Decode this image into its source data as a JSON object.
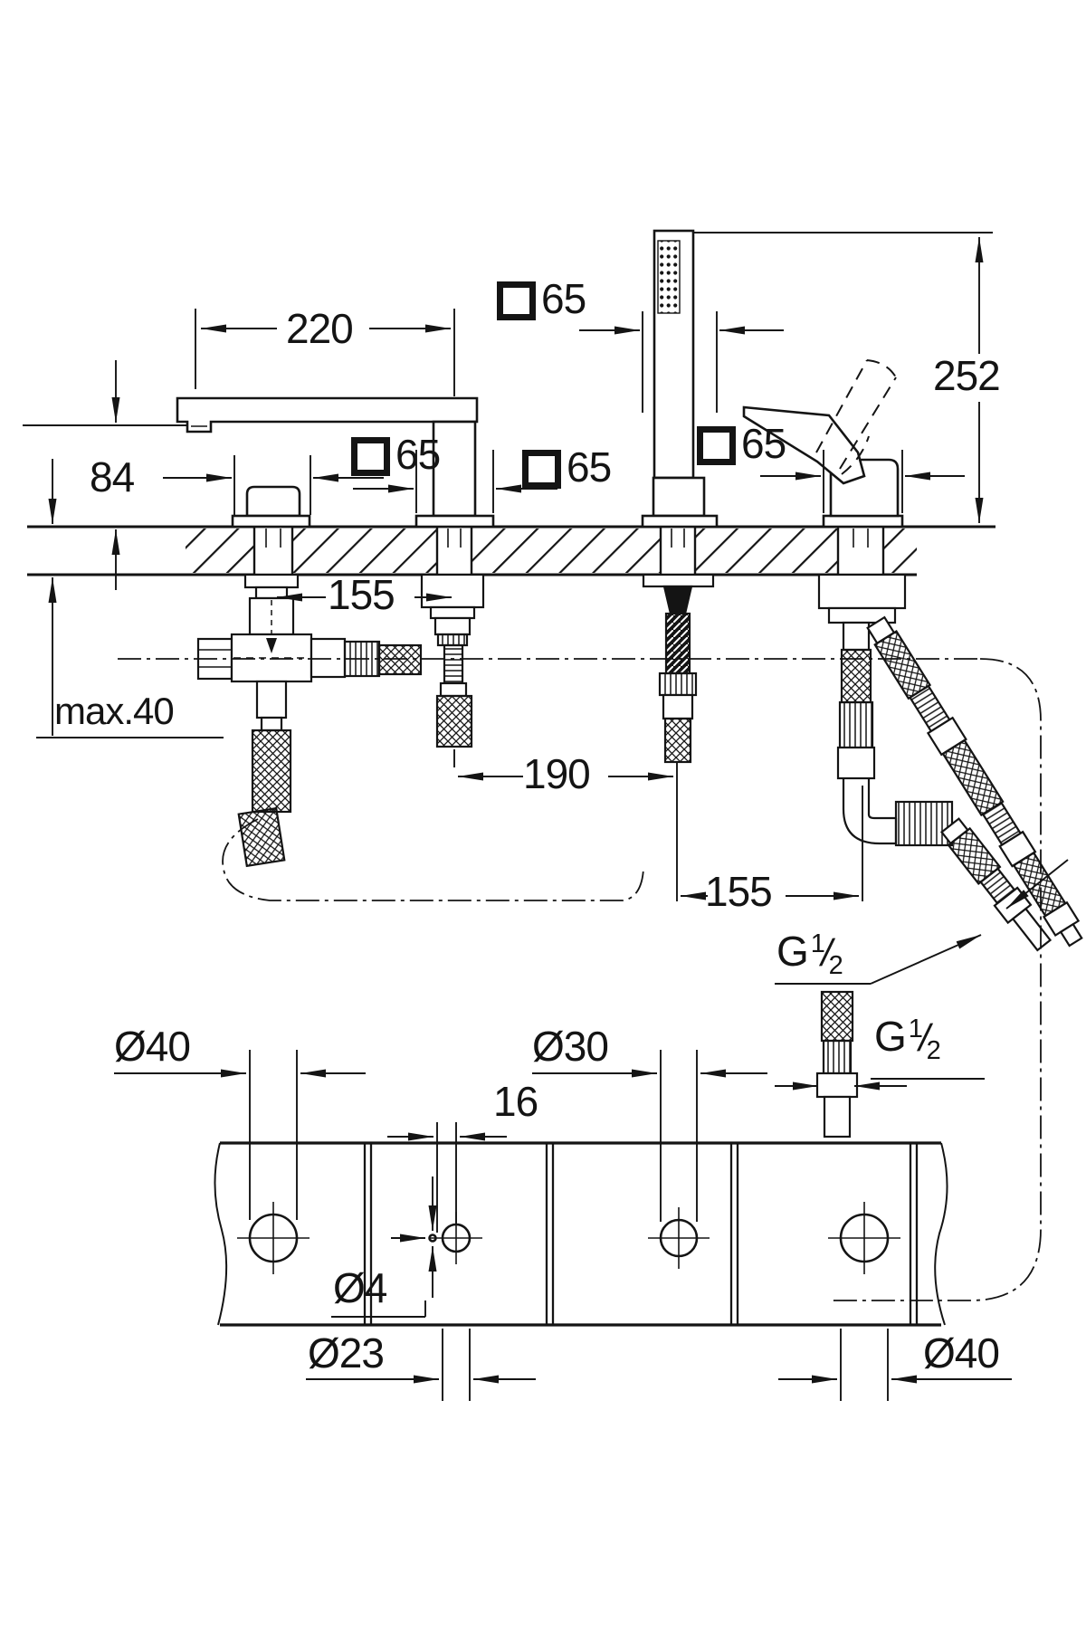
{
  "drawing": {
    "kind": "technical-dimension-drawing",
    "views": [
      "side-elevation-4-hole-bath-combination",
      "deck-plan-hole-layout"
    ],
    "line_color": "#141414",
    "background": "#ffffff"
  },
  "labels": {
    "d220": {
      "text": "220"
    },
    "d252": {
      "text": "252"
    },
    "d84": {
      "text": "84"
    },
    "dmax40": {
      "text": "max.40"
    },
    "d155a": {
      "text": "155"
    },
    "d190": {
      "text": "190"
    },
    "d155b": {
      "text": "155"
    },
    "sq65a": {
      "value": "65"
    },
    "sq65b": {
      "value": "65"
    },
    "sq65c": {
      "value": "65"
    },
    "sq65d": {
      "value": "65"
    },
    "g12a": {
      "g": "G",
      "numerator": "1",
      "slash": "/",
      "denominator": "2"
    },
    "g12b": {
      "g": "G",
      "numerator": "1",
      "slash": "/",
      "denominator": "2"
    },
    "dia40a": {
      "text": "Ø40"
    },
    "dia30": {
      "text": "Ø30"
    },
    "d16": {
      "text": "16"
    },
    "dia4": {
      "text": "Ø4"
    },
    "dia23": {
      "text": "Ø23"
    },
    "dia40b": {
      "text": "Ø40"
    }
  }
}
